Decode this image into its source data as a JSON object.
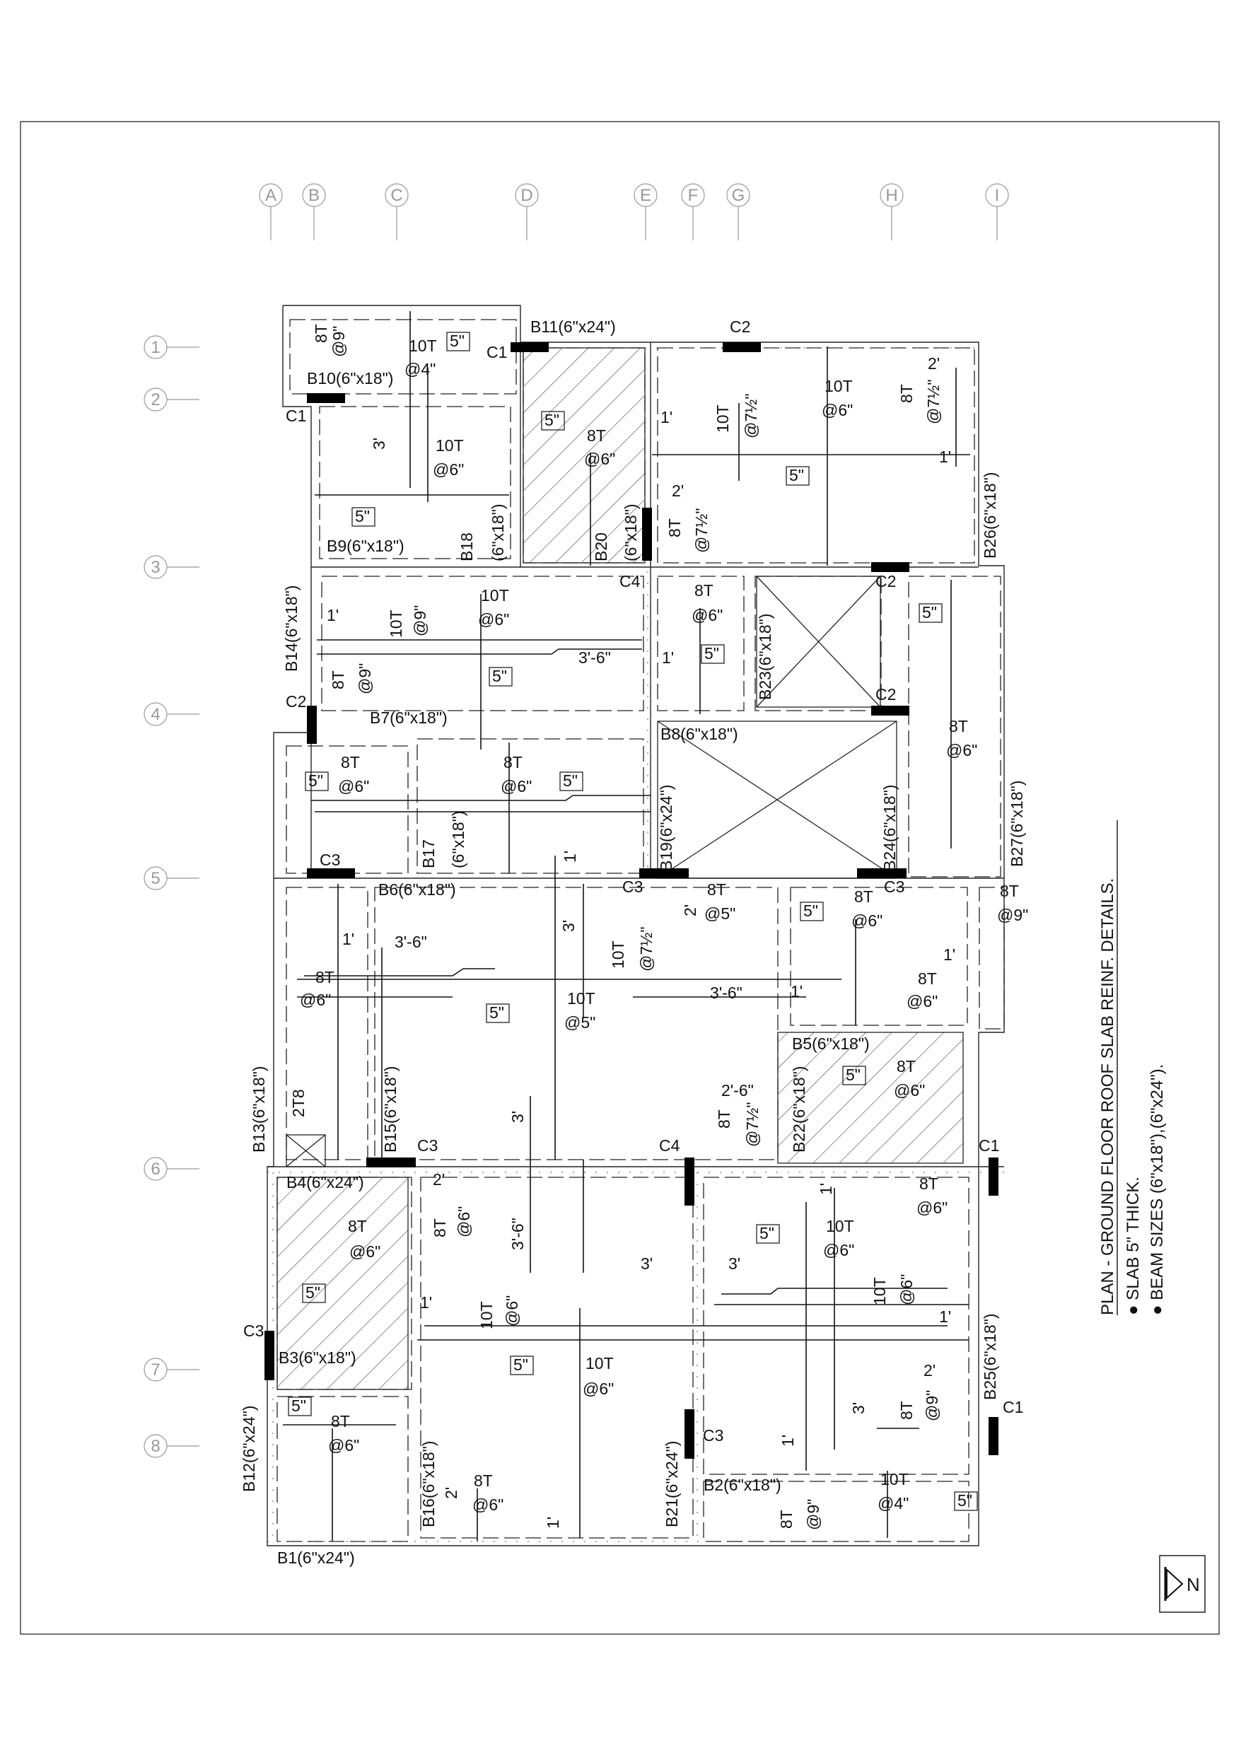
{
  "drawing": {
    "title": "PLAN - GROUND FLOOR ROOF SLAB REINF. DETAILS.",
    "notes": [
      "● SLAB 5\" THICK.",
      "● BEAM SIZES (6\"x18\"),(6\"x24\")."
    ],
    "north_label": "N"
  },
  "grid_columns": [
    "A",
    "B",
    "C",
    "D",
    "E",
    "F",
    "G",
    "H",
    "I"
  ],
  "grid_rows": [
    "1",
    "2",
    "3",
    "4",
    "5",
    "6",
    "7",
    "8"
  ],
  "labels": [
    "B11(6\"x24\")",
    "C2",
    "C1",
    "8T",
    "@9\"",
    "10T",
    "@4\"",
    "5\"",
    "B10(6\"x18\")",
    "C1",
    "10T",
    "@6\"",
    "8T",
    "@6\"",
    "5\"",
    "3'",
    "1'",
    "10T",
    "@7½\"",
    "10T",
    "@6\"",
    "8T",
    "@7½\"",
    "2'",
    "1'",
    "5\"",
    "5\"",
    "B9(6\"x18\")",
    "B18",
    "(6\"x18\")",
    "B20",
    "(6\"x18\")",
    "2'",
    "8T",
    "@7½\"",
    "B26(6\"x18\")",
    "C4",
    "C2",
    "B14(6\"x18\")",
    "10T",
    "@6\"",
    "1'",
    "10T",
    "@9\"",
    "8T",
    "@6\"",
    "5\"",
    "5\"",
    "3'-6\"",
    "1'",
    "5\"",
    "8T",
    "@9\"",
    "B23(6\"x18\")",
    "C2",
    "C2",
    "B7(6\"x18\")",
    "B8(6\"x18\")",
    "8T",
    "@6\"",
    "5\"",
    "8T",
    "@6\"",
    "8T",
    "@6\"",
    "5\"",
    "B19(6\"x24\")",
    "B24(6\"x18\")",
    "B27(6\"x18\")",
    "B17",
    "(6\"x18\")",
    "C3",
    "1'",
    "C3",
    "C3",
    "B6(6\"x18\")",
    "3'",
    "8T",
    "@5\"",
    "5\"",
    "8T",
    "@6\"",
    "8T",
    "@9\"",
    "2'",
    "1'",
    "3'-6\"",
    "10T",
    "@7½\"",
    "1'",
    "8T",
    "8T",
    "@6\"",
    "5\"",
    "10T",
    "@5\"",
    "3'-6\"",
    "1'",
    "@6\"",
    "B5(6\"x18\")",
    "5\"",
    "8T",
    "@6\"",
    "B13(6\"x18\")",
    "2T8",
    "B15(6\"x18\")",
    "3'",
    "2'-6\"",
    "8T",
    "@7½\"",
    "B22(6\"x18\")",
    "C3",
    "C4",
    "C1",
    "B4(6\"x24\")",
    "2'",
    "8T",
    "@6\"",
    "1'",
    "8T",
    "@6\"",
    "8T",
    "@6\"",
    "5\"",
    "10T",
    "@6\"",
    "3'-6\"",
    "3'",
    "3'",
    "10T",
    "@6\"",
    "5\"",
    "1'",
    "10T",
    "@6\"",
    "1'",
    "C3",
    "B3(6\"x18\")",
    "10T",
    "@6\"",
    "5\"",
    "2'",
    "8T",
    "@9\"",
    "3'",
    "B25(6\"x18\")",
    "C1",
    "5\"",
    "8T",
    "@6\"",
    "B12(6\"x24\")",
    "B16(6\"x18\")",
    "2'",
    "8T",
    "@6\"",
    "B21(6\"x24\")",
    "C3",
    "1'",
    "B2(6\"x18\")",
    "1'",
    "10T",
    "@4\"",
    "8T",
    "@9\"",
    "5\"",
    "B1(6\"x24\")"
  ]
}
